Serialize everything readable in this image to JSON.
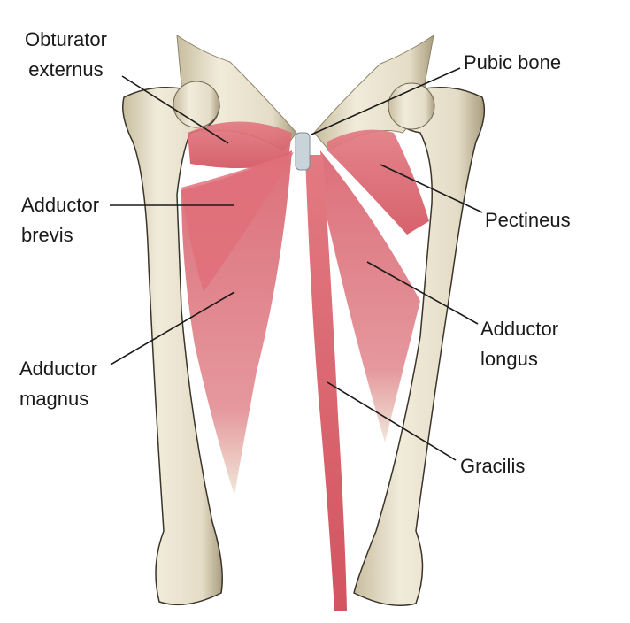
{
  "labels": {
    "obturator_externus": [
      "Obturator",
      "externus"
    ],
    "pubic_bone": "Pubic bone",
    "adductor_brevis": [
      "Adductor",
      "brevis"
    ],
    "pectineus": "Pectineus",
    "adductor_magnus": [
      "Adductor",
      "magnus"
    ],
    "adductor_longus": [
      "Adductor",
      "longus"
    ],
    "gracilis": "Gracilis"
  },
  "colors": {
    "bone": "#e9e2cf",
    "bone_shadow": "#b9ad8f",
    "muscle": "#d9636e",
    "muscle_light": "#ec9aa0",
    "cartilage": "#c9d3da",
    "leader_line": "#1a1a1a"
  }
}
